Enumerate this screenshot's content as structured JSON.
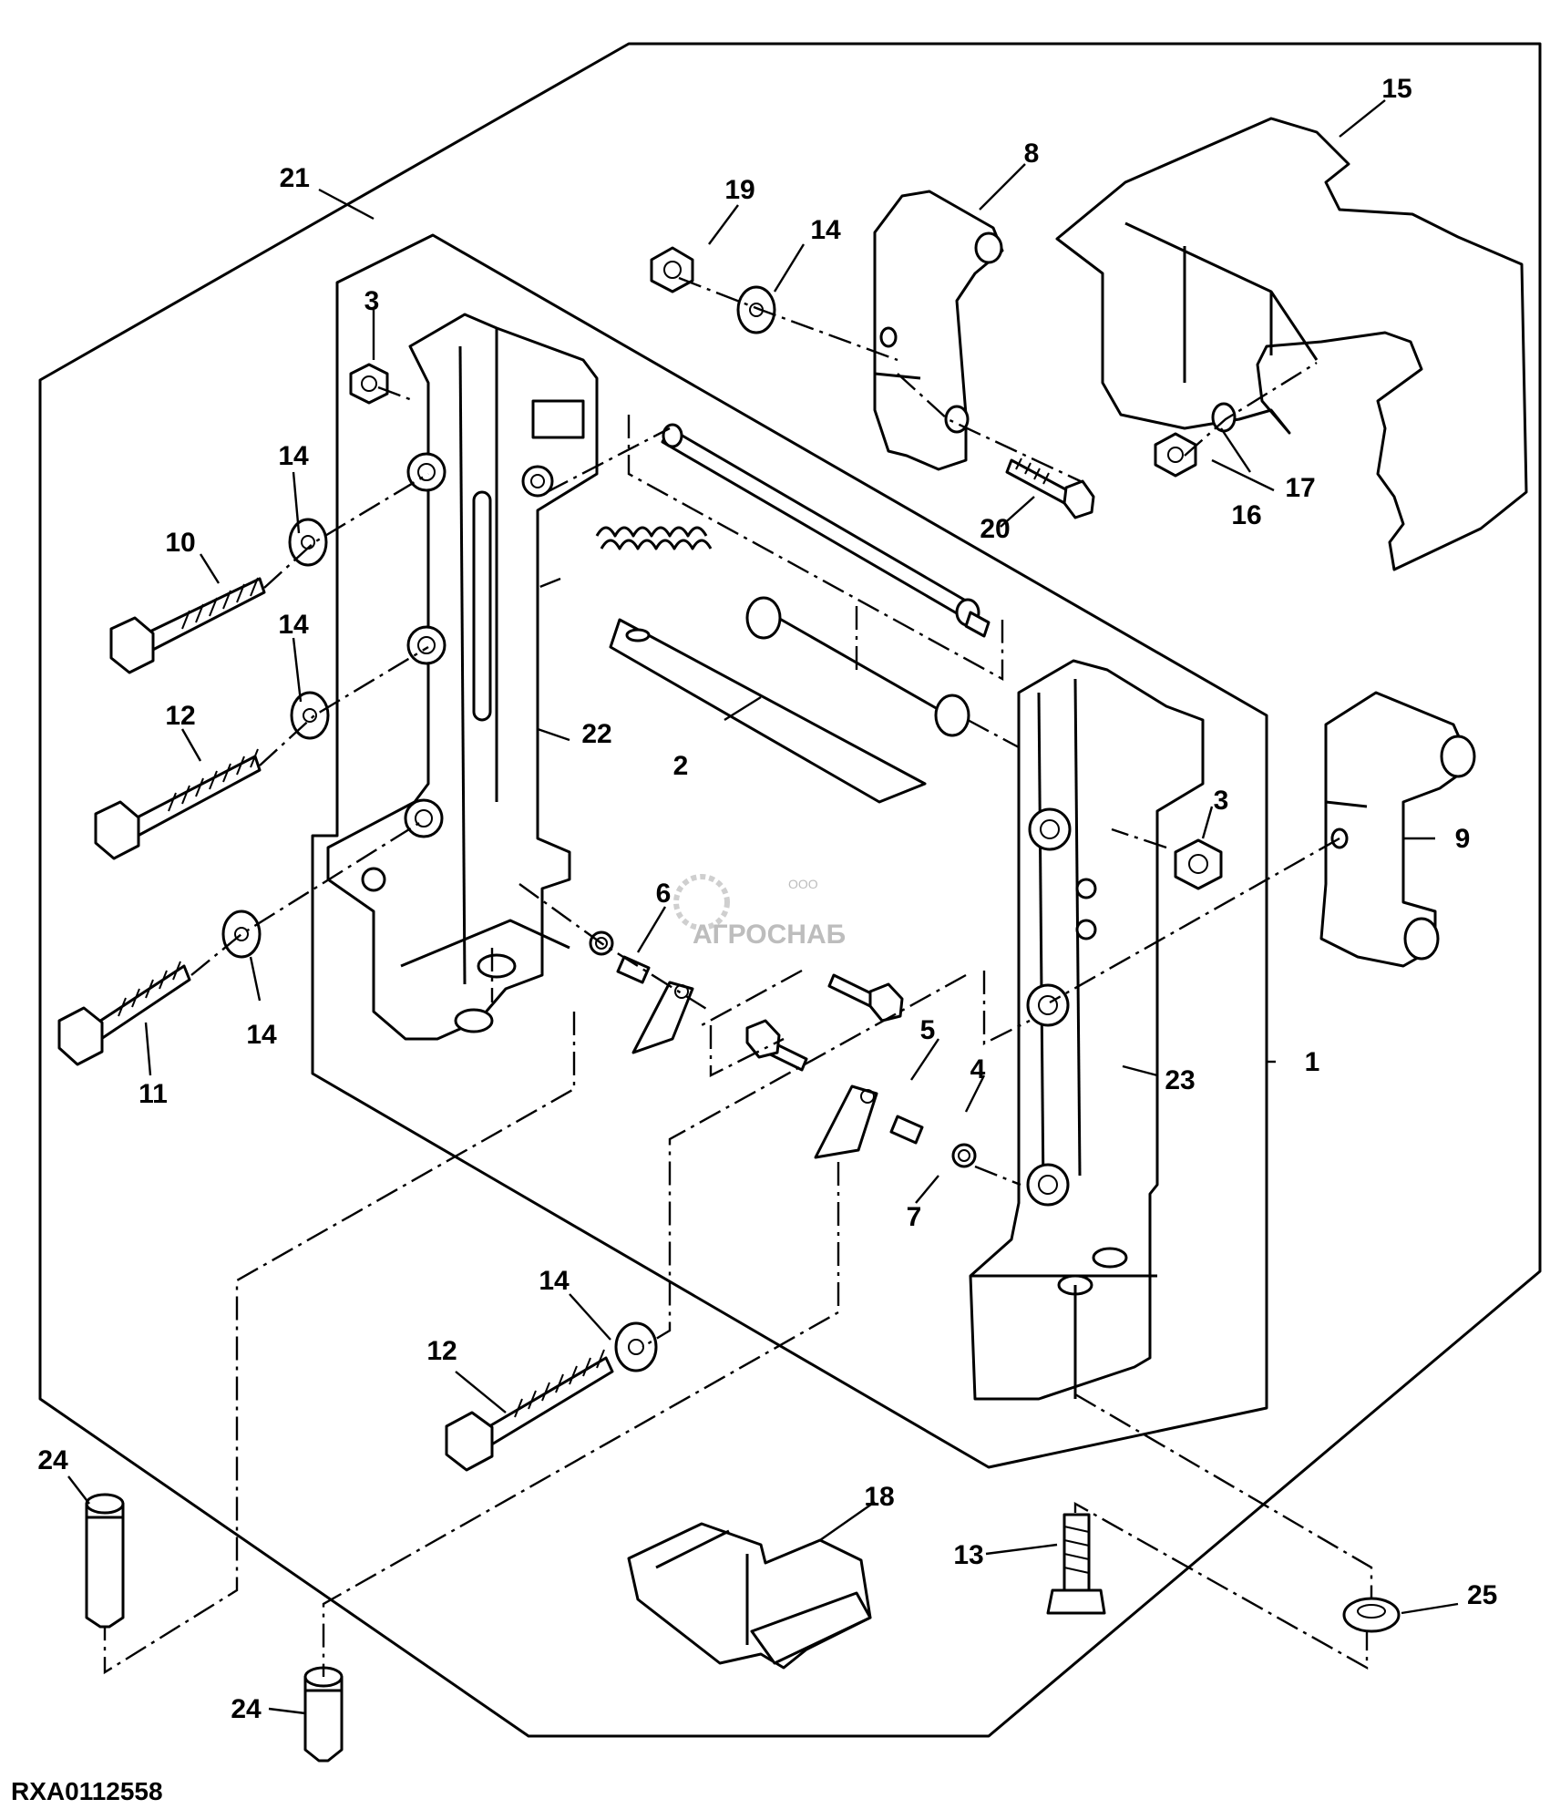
{
  "figure_id": "RXA0112558",
  "watermark": {
    "company_type": "ООО",
    "brand": "АГРОСНАБ"
  },
  "callouts": {
    "c1": "1",
    "c2": "2",
    "c3a": "3",
    "c3b": "3",
    "c4": "4",
    "c5": "5",
    "c6": "6",
    "c7": "7",
    "c8": "8",
    "c9": "9",
    "c10": "10",
    "c11": "11",
    "c12a": "12",
    "c12b": "12",
    "c13": "13",
    "c14a": "14",
    "c14b": "14",
    "c14c": "14",
    "c14d": "14",
    "c14e": "14",
    "c15": "15",
    "c16": "16",
    "c17": "17",
    "c18": "18",
    "c19": "19",
    "c20": "20",
    "c21": "21",
    "c22": "22",
    "c23": "23",
    "c24a": "24",
    "c24b": "24",
    "c25": "25"
  }
}
